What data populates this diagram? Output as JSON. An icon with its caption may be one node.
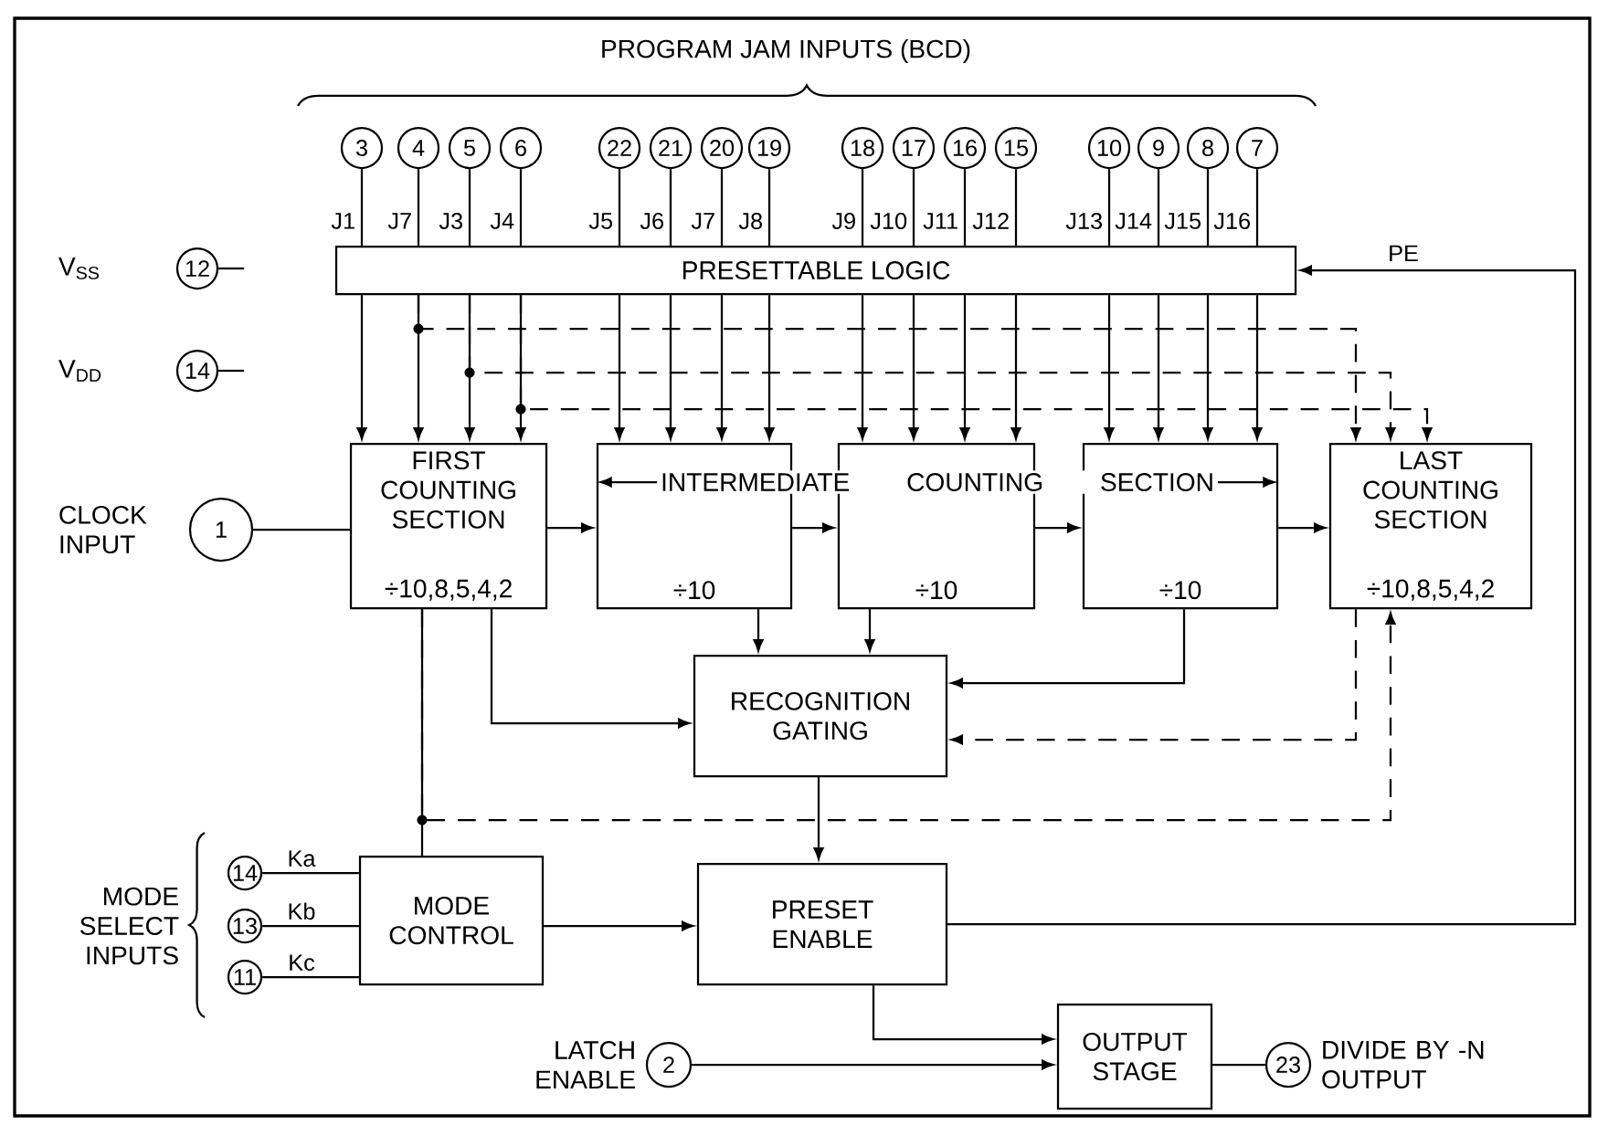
{
  "diagram": {
    "nodes": [
      {
        "text": [
          "PRESETTABLE LOGIC"
        ]
      },
      {
        "text": [
          "3"
        ]
      },
      {
        "text": [
          "4"
        ]
      },
      {
        "text": [
          "5"
        ]
      },
      {
        "text": [
          "6"
        ]
      },
      {
        "text": [
          "22"
        ]
      },
      {
        "text": [
          "21"
        ]
      },
      {
        "text": [
          "20"
        ]
      },
      {
        "text": [
          "19"
        ]
      },
      {
        "text": [
          "18"
        ]
      },
      {
        "text": [
          "17"
        ]
      },
      {
        "text": [
          "16"
        ]
      },
      {
        "text": [
          "15"
        ]
      },
      {
        "text": [
          "10"
        ]
      },
      {
        "text": [
          "9"
        ]
      },
      {
        "text": [
          "8"
        ]
      },
      {
        "text": [
          "7"
        ]
      },
      {
        "text": [
          "12"
        ],
        "beside": [
          "V$_{SS}$"
        ]
      },
      {
        "text": [
          "14"
        ],
        "beside": [
          "V$_{DD}$"
        ]
      },
      {
        "text": [
          "1"
        ],
        "beside": [
          "CLOCK INPUT"
        ]
      },
      {
        "text": [
          "FIRST COUNTING SECTION",
          "÷10,8,5,4,2"
        ]
      },
      {
        "text": [
          "÷10"
        ]
      },
      {
        "text": [
          "÷10"
        ]
      },
      {
        "text": [
          "÷10"
        ]
      },
      {
        "text": [
          "LAST COUNTING SECTION",
          "÷10,8,5,4,2"
        ]
      },
      {
        "text": [
          "RECOGNITION GATING"
        ]
      },
      {
        "text": [
          "14"
        ]
      },
      {
        "text": [
          "13"
        ]
      },
      {
        "text": [
          "11"
        ]
      },
      {
        "text": [
          "MODE CONTROL"
        ]
      },
      {
        "text": [
          "PRESET ENABLE"
        ]
      },
      {
        "text": [
          "2"
        ],
        "beside": [
          "LATCH ENABLE"
        ]
      },
      {
        "text": [
          "OUTPUT STAGE"
        ]
      },
      {
        "text": [
          "23"
        ],
        "beside": [
          "DIVIDE BY -N OUTPUT"
        ]
      }
    ],
    "edges": [
      {
        "from": 1,
        "to": 0,
        "arrow": "none",
        "label": "J1"
      },
      {
        "from": 2,
        "to": 0,
        "arrow": "none",
        "label": "J7"
      },
      {
        "from": 3,
        "to": 0,
        "arrow": "none",
        "label": "J3"
      },
      {
        "from": 4,
        "to": 0,
        "arrow": "none",
        "label": "J4"
      },
      {
        "from": 5,
        "to": 0,
        "arrow": "none",
        "label": "J5"
      },
      {
        "from": 6,
        "to": 0,
        "arrow": "none",
        "label": "J6"
      },
      {
        "from": 7,
        "to": 0,
        "arrow": "none",
        "label": "J7"
      },
      {
        "from": 8,
        "to": 0,
        "arrow": "none",
        "label": "J8"
      },
      {
        "from": 9,
        "to": 0,
        "arrow": "none",
        "label": "J9"
      },
      {
        "from": 10,
        "to": 0,
        "arrow": "none",
        "label": "J10"
      },
      {
        "from": 11,
        "to": 0,
        "arrow": "none",
        "label": "J11"
      },
      {
        "from": 12,
        "to": 0,
        "arrow": "none",
        "label": "J12"
      },
      {
        "from": 13,
        "to": 0,
        "arrow": "none",
        "label": "J13"
      },
      {
        "from": 14,
        "to": 0,
        "arrow": "none",
        "label": "J14"
      },
      {
        "from": 15,
        "to": 0,
        "arrow": "none",
        "label": "J15"
      },
      {
        "from": 16,
        "to": 0,
        "arrow": "none",
        "label": "J16"
      },
      {
        "from": 0,
        "to": 20,
        "arrow": "to"
      },
      {
        "from": 0,
        "to": 20,
        "arrow": "to"
      },
      {
        "from": 0,
        "to": 20,
        "arrow": "to"
      },
      {
        "from": 0,
        "to": 20,
        "arrow": "to"
      },
      {
        "from": 0,
        "to": 21,
        "arrow": "to"
      },
      {
        "from": 0,
        "to": 21,
        "arrow": "to"
      },
      {
        "from": 0,
        "to": 21,
        "arrow": "to"
      },
      {
        "from": 0,
        "to": 21,
        "arrow": "to"
      },
      {
        "from": 0,
        "to": 22,
        "arrow": "to"
      },
      {
        "from": 0,
        "to": 22,
        "arrow": "to"
      },
      {
        "from": 0,
        "to": 22,
        "arrow": "to"
      },
      {
        "from": 0,
        "to": 22,
        "arrow": "to"
      },
      {
        "from": 0,
        "to": 23,
        "arrow": "to"
      },
      {
        "from": 0,
        "to": 23,
        "arrow": "to"
      },
      {
        "from": 0,
        "to": 23,
        "arrow": "to"
      },
      {
        "from": 0,
        "to": 23,
        "arrow": "to"
      },
      {
        "from": 0,
        "to": 24,
        "arrow": "to",
        "style": "dashed"
      },
      {
        "from": 0,
        "to": 24,
        "arrow": "to",
        "style": "dashed"
      },
      {
        "from": 0,
        "to": 24,
        "arrow": "to",
        "style": "dashed"
      },
      {
        "from": 17,
        "to": null,
        "arrow": "none"
      },
      {
        "from": 18,
        "to": null,
        "arrow": "none"
      },
      {
        "from": 19,
        "to": 20,
        "arrow": "none"
      },
      {
        "from": 20,
        "to": 21,
        "arrow": "to"
      },
      {
        "from": 21,
        "to": 22,
        "arrow": "to"
      },
      {
        "from": 22,
        "to": 23,
        "arrow": "to"
      },
      {
        "from": 23,
        "to": 24,
        "arrow": "to"
      },
      {
        "from": 21,
        "to": 25,
        "arrow": "to"
      },
      {
        "from": 22,
        "to": 25,
        "arrow": "to"
      },
      {
        "from": 23,
        "to": 25,
        "arrow": "to"
      },
      {
        "from": 20,
        "to": 25,
        "arrow": "to"
      },
      {
        "from": 24,
        "to": 25,
        "arrow": "to",
        "style": "dashed"
      },
      {
        "from": 20,
        "to": 29,
        "arrow": "none"
      },
      {
        "from": 20,
        "to": 24,
        "arrow": "to",
        "style": "dashed"
      },
      {
        "from": 25,
        "to": 30,
        "arrow": "to"
      },
      {
        "from": 26,
        "to": 29,
        "arrow": "none",
        "label": "Ka"
      },
      {
        "from": 27,
        "to": 29,
        "arrow": "none",
        "label": "Kb"
      },
      {
        "from": 28,
        "to": 29,
        "arrow": "none",
        "label": "Kc"
      },
      {
        "from": 29,
        "to": 30,
        "arrow": "to"
      },
      {
        "from": 30,
        "to": 0,
        "arrow": "to",
        "label": "PE"
      },
      {
        "from": 30,
        "to": 32,
        "arrow": "to"
      },
      {
        "from": 31,
        "to": 32,
        "arrow": "to"
      },
      {
        "from": 32,
        "to": 33,
        "arrow": "none"
      }
    ],
    "labels": [
      "PROGRAM JAM INPUTS (BCD)",
      "INTERMEDIATE COUNTING SECTION",
      "MODE SELECT INPUTS"
    ]
  }
}
